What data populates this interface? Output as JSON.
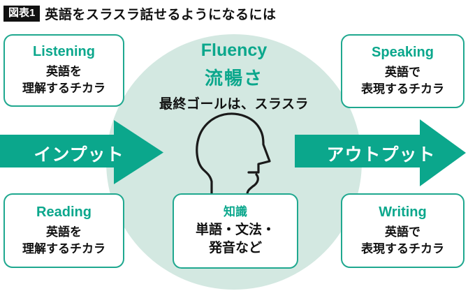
{
  "title": {
    "badge": "図表1",
    "text": "英語をスラスラ話せるようになるには"
  },
  "circle": {
    "heading_en": "Fluency",
    "heading_ja": "流暢さ",
    "subtitle": "最終ゴールは、スラスラ"
  },
  "arrows": {
    "input": {
      "label": "インプット"
    },
    "output": {
      "label": "アウトプット"
    }
  },
  "boxes": {
    "listening": {
      "title": "Listening",
      "line1": "英語を",
      "line2": "理解するチカラ"
    },
    "speaking": {
      "title": "Speaking",
      "line1": "英語で",
      "line2": "表現するチカラ"
    },
    "reading": {
      "title": "Reading",
      "line1": "英語を",
      "line2": "理解するチカラ"
    },
    "writing": {
      "title": "Writing",
      "line1": "英語で",
      "line2": "表現するチカラ"
    },
    "knowledge": {
      "title": "知識",
      "line1": "単語・文法・",
      "line2": "発音など"
    }
  },
  "icons": {
    "head": "head-profile-icon"
  },
  "colors": {
    "teal": "#0ba78c",
    "teal_border": "#1fa88f",
    "light_teal_circle": "#d3e8e1",
    "text_dark": "#111111",
    "arrow_text": "#ffffff",
    "badge_bg": "#111111"
  }
}
